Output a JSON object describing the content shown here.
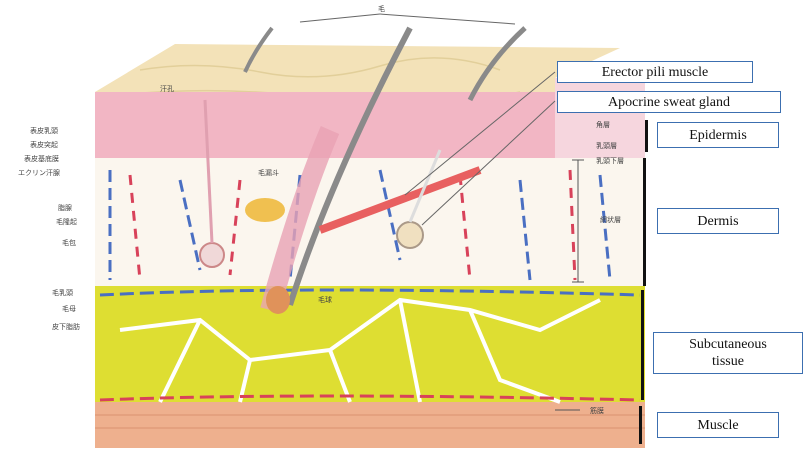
{
  "colors": {
    "epidermis": "#f2b6c4",
    "surface": "#f3e2b8",
    "dermis": "#fbf6ee",
    "fat": "#dede32",
    "muscle": "#eeb08e",
    "vein": "#4a6fc2",
    "artery": "#d8425a",
    "label_border": "#3c6fb0"
  },
  "labels": {
    "erector_pili_muscle": "Erector pili muscle",
    "apocrine_sweat_gland": "Apocrine sweat gland",
    "epidermis": "Epidermis",
    "dermis": "Dermis",
    "subcutaneous_tissue": "Subcutaneous tissue",
    "muscle": "Muscle"
  },
  "jp_labels": {
    "hair": "毛",
    "sweat_pore": "汗孔",
    "epidermal_papilla": "表皮乳頭",
    "epidermal_ridge": "表皮突起",
    "epidermal_basement": "表皮基底膜",
    "eccrine_gland": "エクリン汗腺",
    "sebaceous_gland": "脂腺",
    "hair_erector": "毛隆起",
    "hair_follicle": "毛包",
    "dermal_papilla": "毛乳頭",
    "hair_matrix": "毛母",
    "subcutaneous_fat": "皮下脂肪",
    "hair_funnel": "毛漏斗",
    "hair_bulb": "毛球",
    "stratum_corneum": "角層",
    "papillary_layer": "乳頭層",
    "subpapillary_layer": "乳頭下層",
    "reticular_layer": "網状層",
    "fascia": "筋膜"
  }
}
